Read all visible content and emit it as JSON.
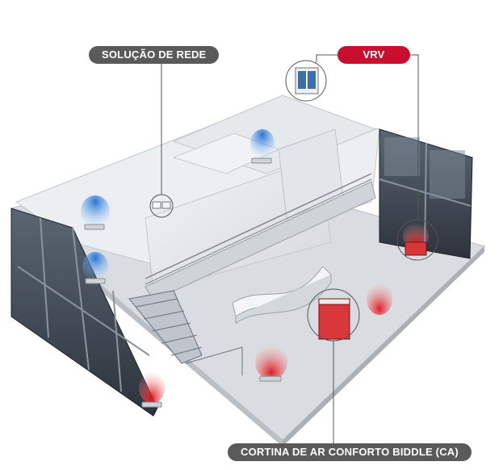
{
  "labels": {
    "network": "SOLUÇÃO DE REDE",
    "vrv": "VRV",
    "air_curtain": "CORTINA DE AR CONFORTO BIDDLE (CA)"
  },
  "colors": {
    "network_label_bg": "#5a5a5a",
    "vrv_label_bg": "#c8102e",
    "air_curtain_label_bg": "#5a5a5a",
    "cool_airflow": "#2f7fd8",
    "warm_airflow": "#e01a1a",
    "wall": "#e9ecef",
    "floor": "#dcdfe3",
    "glass": "#3b4450"
  },
  "icons": [
    "outdoor-vrv-unit-icon",
    "cassette-unit-icon",
    "air-curtain-unit-icon",
    "network-controller-icon"
  ]
}
